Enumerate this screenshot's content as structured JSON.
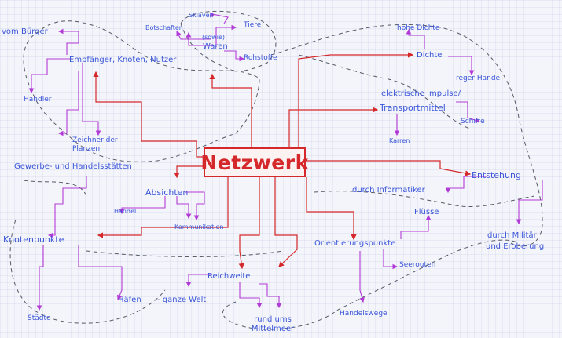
{
  "center": {
    "label": "Netzwerk",
    "color": "#d4282a"
  },
  "colors": {
    "red": "#d4282a",
    "purple": "#b23ad6",
    "blue": "#3a55d8",
    "dash": "#555a66"
  },
  "nodes": {
    "vom_buerger": "vom Bürger",
    "empfaenger": "Empfänger, Knoten, Nutzer",
    "haendler": "Händler",
    "zeichner": "Zeichner der Planzen",
    "gewerbe": "Gewerbe- und Handelsstätten",
    "knotenpunkte": "Knotenpunkte",
    "staedte": "Städte",
    "haefen": "Häfen",
    "ganze_welt": "- ganze Welt",
    "absichten": "Absichten",
    "handel": "Handel",
    "kommunikation": "Kommunikation",
    "reichweite": "Reichweite",
    "rund_ums_mittelmeer": "rund ums Mittelmeer",
    "sklaven": "Sklaven",
    "botschaften": "Botschaften",
    "waren_prefix": "(sowie)",
    "waren": "Waren",
    "tiere": "Tiere",
    "rohstoffe": "Rohstoffe",
    "hohe_dichte": "hohe Dichte",
    "dichte": "Dichte",
    "reger_handel": "reger Handel",
    "elektrische_impulse": "elektrische Impulse/",
    "transportmittel": "Transportmittel",
    "schiffe": "Schiffe",
    "karren": "Karren",
    "entstehung": "Entstehung",
    "durch_informatiker": "durch Informatiker",
    "fluesse": "Flüsse",
    "durch_militaer_1": "durch Militär",
    "durch_militaer_2": "und Eroberung",
    "orientierung": "Orientierungspunkte",
    "seerouten": "Seerouten",
    "handelswege": "Handelswege"
  }
}
